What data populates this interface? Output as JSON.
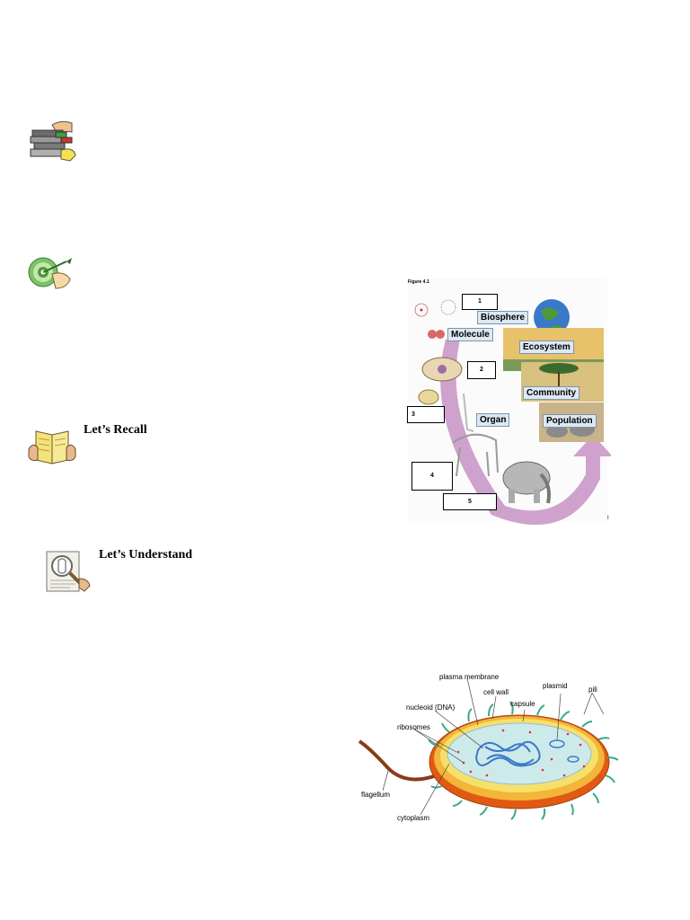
{
  "headings": {
    "recall": "Let’s Recall",
    "understand": "Let’s Understand"
  },
  "icons": {
    "books": "books-icon",
    "target": "target-icon",
    "reading": "reading-book-icon",
    "magnifier": "magnifier-document-icon"
  },
  "figure_levels": {
    "figure_label": "Figure 4.1",
    "box_labels": [
      "1",
      "2",
      "3",
      "4",
      "5"
    ],
    "levels": [
      "Biosphere",
      "Molecule",
      "Ecosystem",
      "Community",
      "Organ",
      "Population"
    ],
    "trailing_mark": "I"
  },
  "cell_diagram": {
    "labels": {
      "plasma_membrane": "plasma membrane",
      "cell_wall": "cell wall",
      "plasmid": "plasmid",
      "pili": "pili",
      "capsule": "capsule",
      "nucleoid": "nucleoid (DNA)",
      "ribosomes": "ribosomes",
      "flagellum": "flagellum",
      "cytoplasm": "cytoplasm"
    }
  }
}
